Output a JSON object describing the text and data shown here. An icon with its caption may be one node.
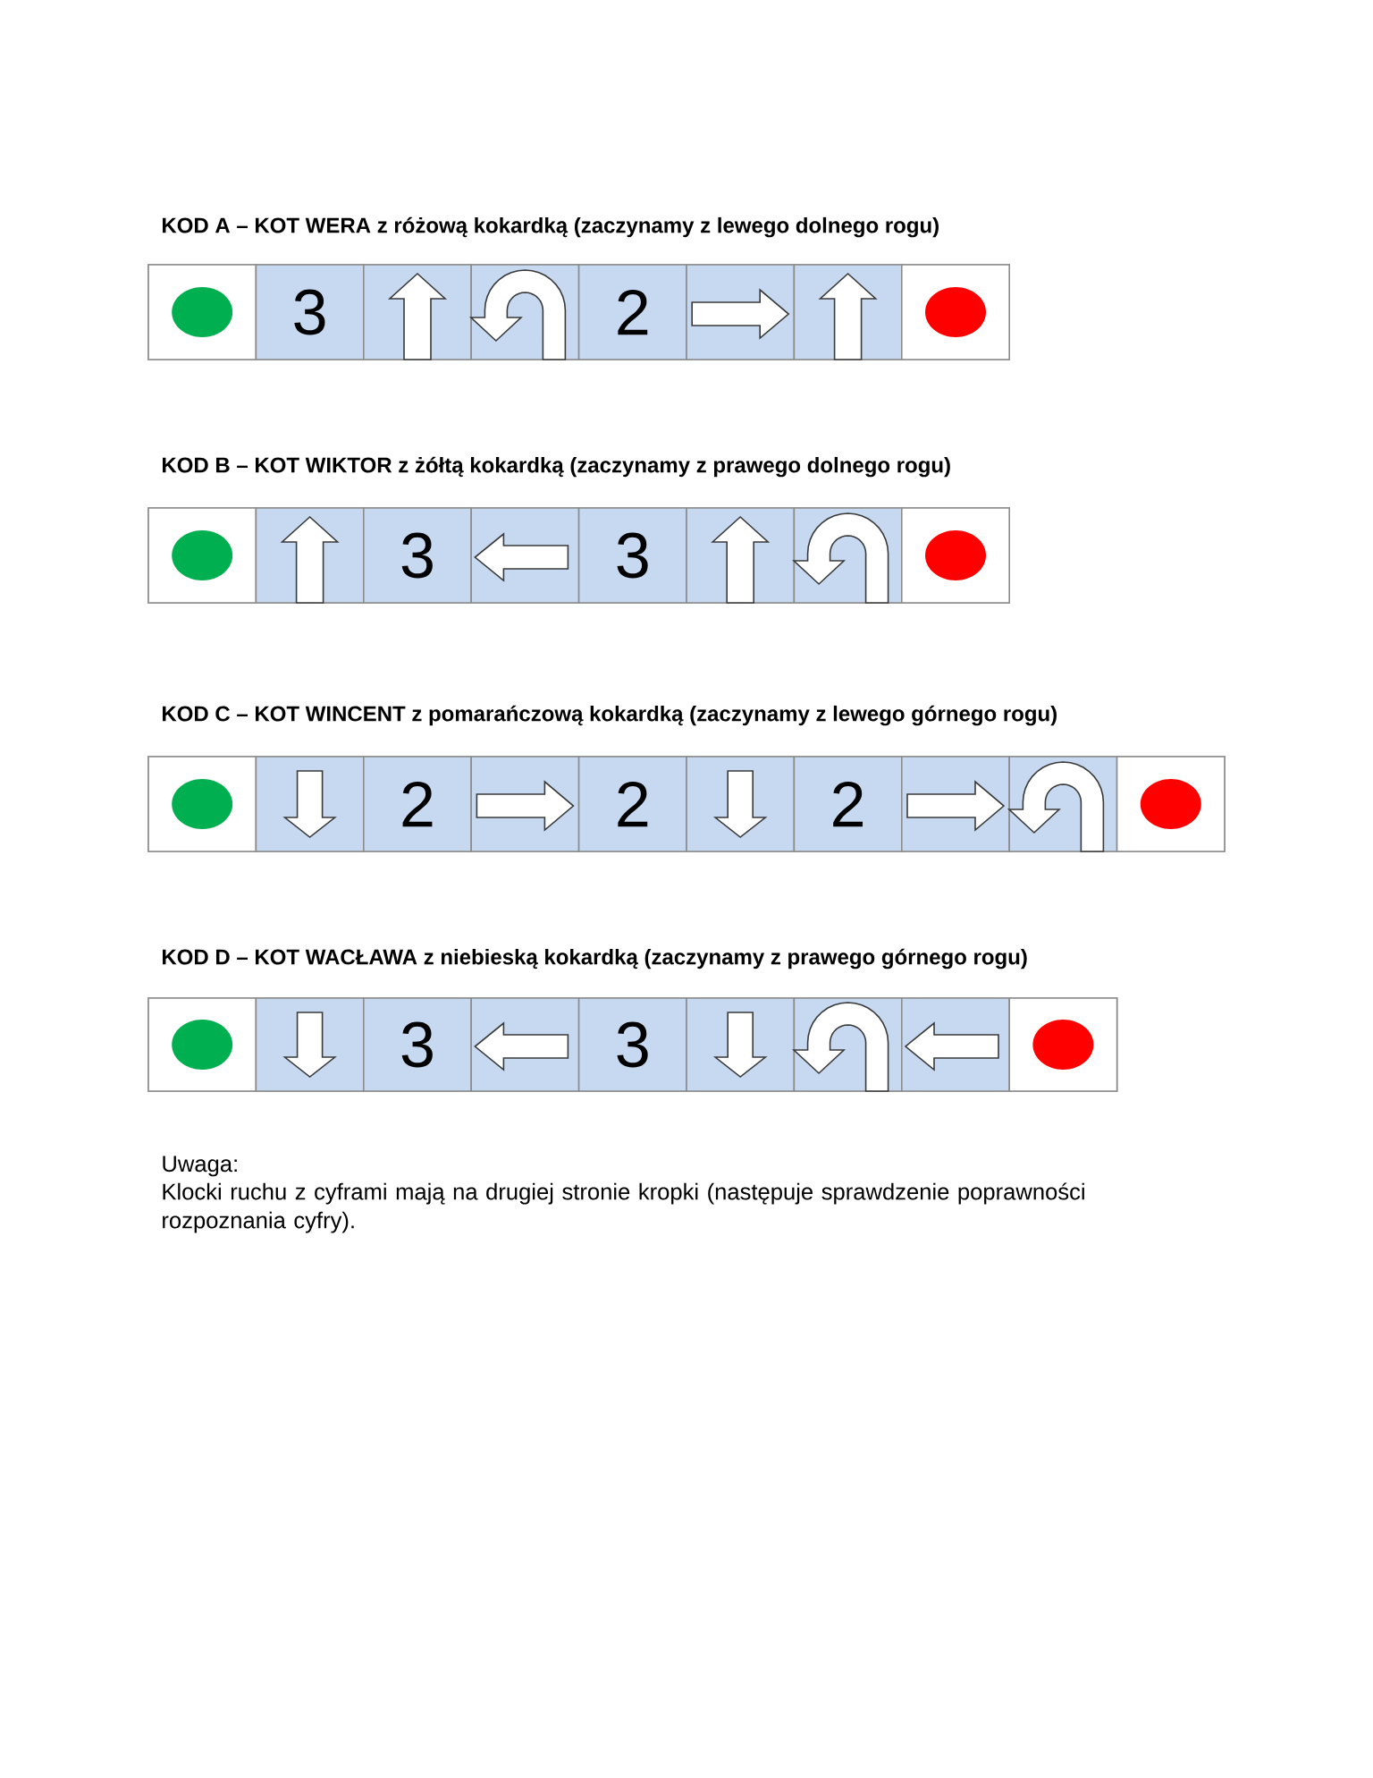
{
  "diagram": {
    "nodes": [
      {
        "text": [
          "KOD A – KOT WERA z różową kokardką (zaczynamy z lewego dolnego rogu)"
        ]
      },
      {
        "text": [],
        "shape": "box",
        "in": 0
      },
      {
        "text": [],
        "shape": "circle",
        "in": 1
      },
      {
        "text": [
          "3"
        ],
        "in": 0
      },
      {
        "text": [],
        "shape": "box",
        "in": 0
      },
      {
        "text": [],
        "shape": "up-arrow",
        "in": 4
      },
      {
        "text": [],
        "shape": "box",
        "in": 0
      },
      {
        "text": [],
        "shape": "u-turn-arrow",
        "in": 6
      },
      {
        "text": [
          "2"
        ],
        "in": 0
      },
      {
        "text": [],
        "shape": "box",
        "in": 0
      },
      {
        "text": [],
        "shape": "right-arrow",
        "in": 9
      },
      {
        "text": [],
        "shape": "box",
        "in": 0
      },
      {
        "text": [],
        "shape": "up-arrow",
        "in": 11
      },
      {
        "text": [],
        "shape": "box",
        "in": 0
      },
      {
        "text": [],
        "shape": "circle",
        "in": 13
      },
      {
        "text": [
          "KOD B – KOT WIKTOR z żółtą kokardką (zaczynamy z prawego dolnego rogu)"
        ]
      },
      {
        "text": [],
        "shape": "box",
        "in": 15
      },
      {
        "text": [],
        "shape": "circle",
        "in": 16
      },
      {
        "text": [],
        "shape": "box",
        "in": 15
      },
      {
        "text": [],
        "shape": "up-arrow",
        "in": 18
      },
      {
        "text": [
          "3"
        ],
        "in": 15
      },
      {
        "text": [],
        "shape": "box",
        "in": 15
      },
      {
        "text": [],
        "shape": "left-arrow",
        "in": 21
      },
      {
        "text": [
          "3"
        ],
        "in": 15
      },
      {
        "text": [],
        "shape": "box",
        "in": 15
      },
      {
        "text": [],
        "shape": "up-arrow",
        "in": 24
      },
      {
        "text": [],
        "shape": "box",
        "in": 15
      },
      {
        "text": [],
        "shape": "u-turn-arrow",
        "in": 26
      },
      {
        "text": [],
        "shape": "box",
        "in": 15
      },
      {
        "text": [],
        "shape": "circle",
        "in": 28
      },
      {
        "text": [
          "KOD C – KOT WINCENT z pomarańczową kokardką (zaczynamy z lewego górnego rogu)"
        ]
      },
      {
        "text": [],
        "shape": "box",
        "in": 30
      },
      {
        "text": [],
        "shape": "circle",
        "in": 31
      },
      {
        "text": [],
        "shape": "box",
        "in": 30
      },
      {
        "text": [],
        "shape": "down-arrow",
        "in": 33
      },
      {
        "text": [
          "2"
        ],
        "in": 30
      },
      {
        "text": [],
        "shape": "box",
        "in": 30
      },
      {
        "text": [],
        "shape": "right-arrow",
        "in": 36
      },
      {
        "text": [
          "2"
        ],
        "in": 30
      },
      {
        "text": [],
        "shape": "box",
        "in": 30
      },
      {
        "text": [],
        "shape": "down-arrow",
        "in": 39
      },
      {
        "text": [
          "2"
        ],
        "in": 30
      },
      {
        "text": [],
        "shape": "box",
        "in": 30
      },
      {
        "text": [],
        "shape": "right-arrow",
        "in": 42
      },
      {
        "text": [],
        "shape": "box",
        "in": 30
      },
      {
        "text": [],
        "shape": "u-turn-arrow",
        "in": 44
      },
      {
        "text": [],
        "shape": "box",
        "in": 30
      },
      {
        "text": [],
        "shape": "circle",
        "in": 46
      },
      {
        "text": [
          "KOD D – KOT WACŁAWA z niebieską kokardką (zaczynamy z prawego górnego rogu)"
        ]
      },
      {
        "text": [],
        "shape": "box",
        "in": 48
      },
      {
        "text": [],
        "shape": "circle",
        "in": 49
      },
      {
        "text": [],
        "shape": "box",
        "in": 48
      },
      {
        "text": [],
        "shape": "down-arrow",
        "in": 51
      },
      {
        "text": [
          "3"
        ],
        "in": 48
      },
      {
        "text": [],
        "shape": "box",
        "in": 48
      },
      {
        "text": [],
        "shape": "left-arrow",
        "in": 54
      },
      {
        "text": [
          "3"
        ],
        "in": 48
      },
      {
        "text": [],
        "shape": "box",
        "in": 48
      },
      {
        "text": [],
        "shape": "down-arrow",
        "in": 57
      },
      {
        "text": [],
        "shape": "box",
        "in": 48
      },
      {
        "text": [],
        "shape": "u-turn-arrow",
        "in": 59
      },
      {
        "text": [],
        "shape": "box",
        "in": 48
      },
      {
        "text": [],
        "shape": "left-arrow",
        "in": 61
      },
      {
        "text": [],
        "shape": "box",
        "in": 48
      },
      {
        "text": [],
        "shape": "circle",
        "in": 63
      }
    ],
    "labels": [
      "Uwaga:",
      "Klocki ruchu z cyframi mają na drugiej stronie kropki (następuje sprawdzenie poprawności rozpoznania cyfry)."
    ]
  }
}
